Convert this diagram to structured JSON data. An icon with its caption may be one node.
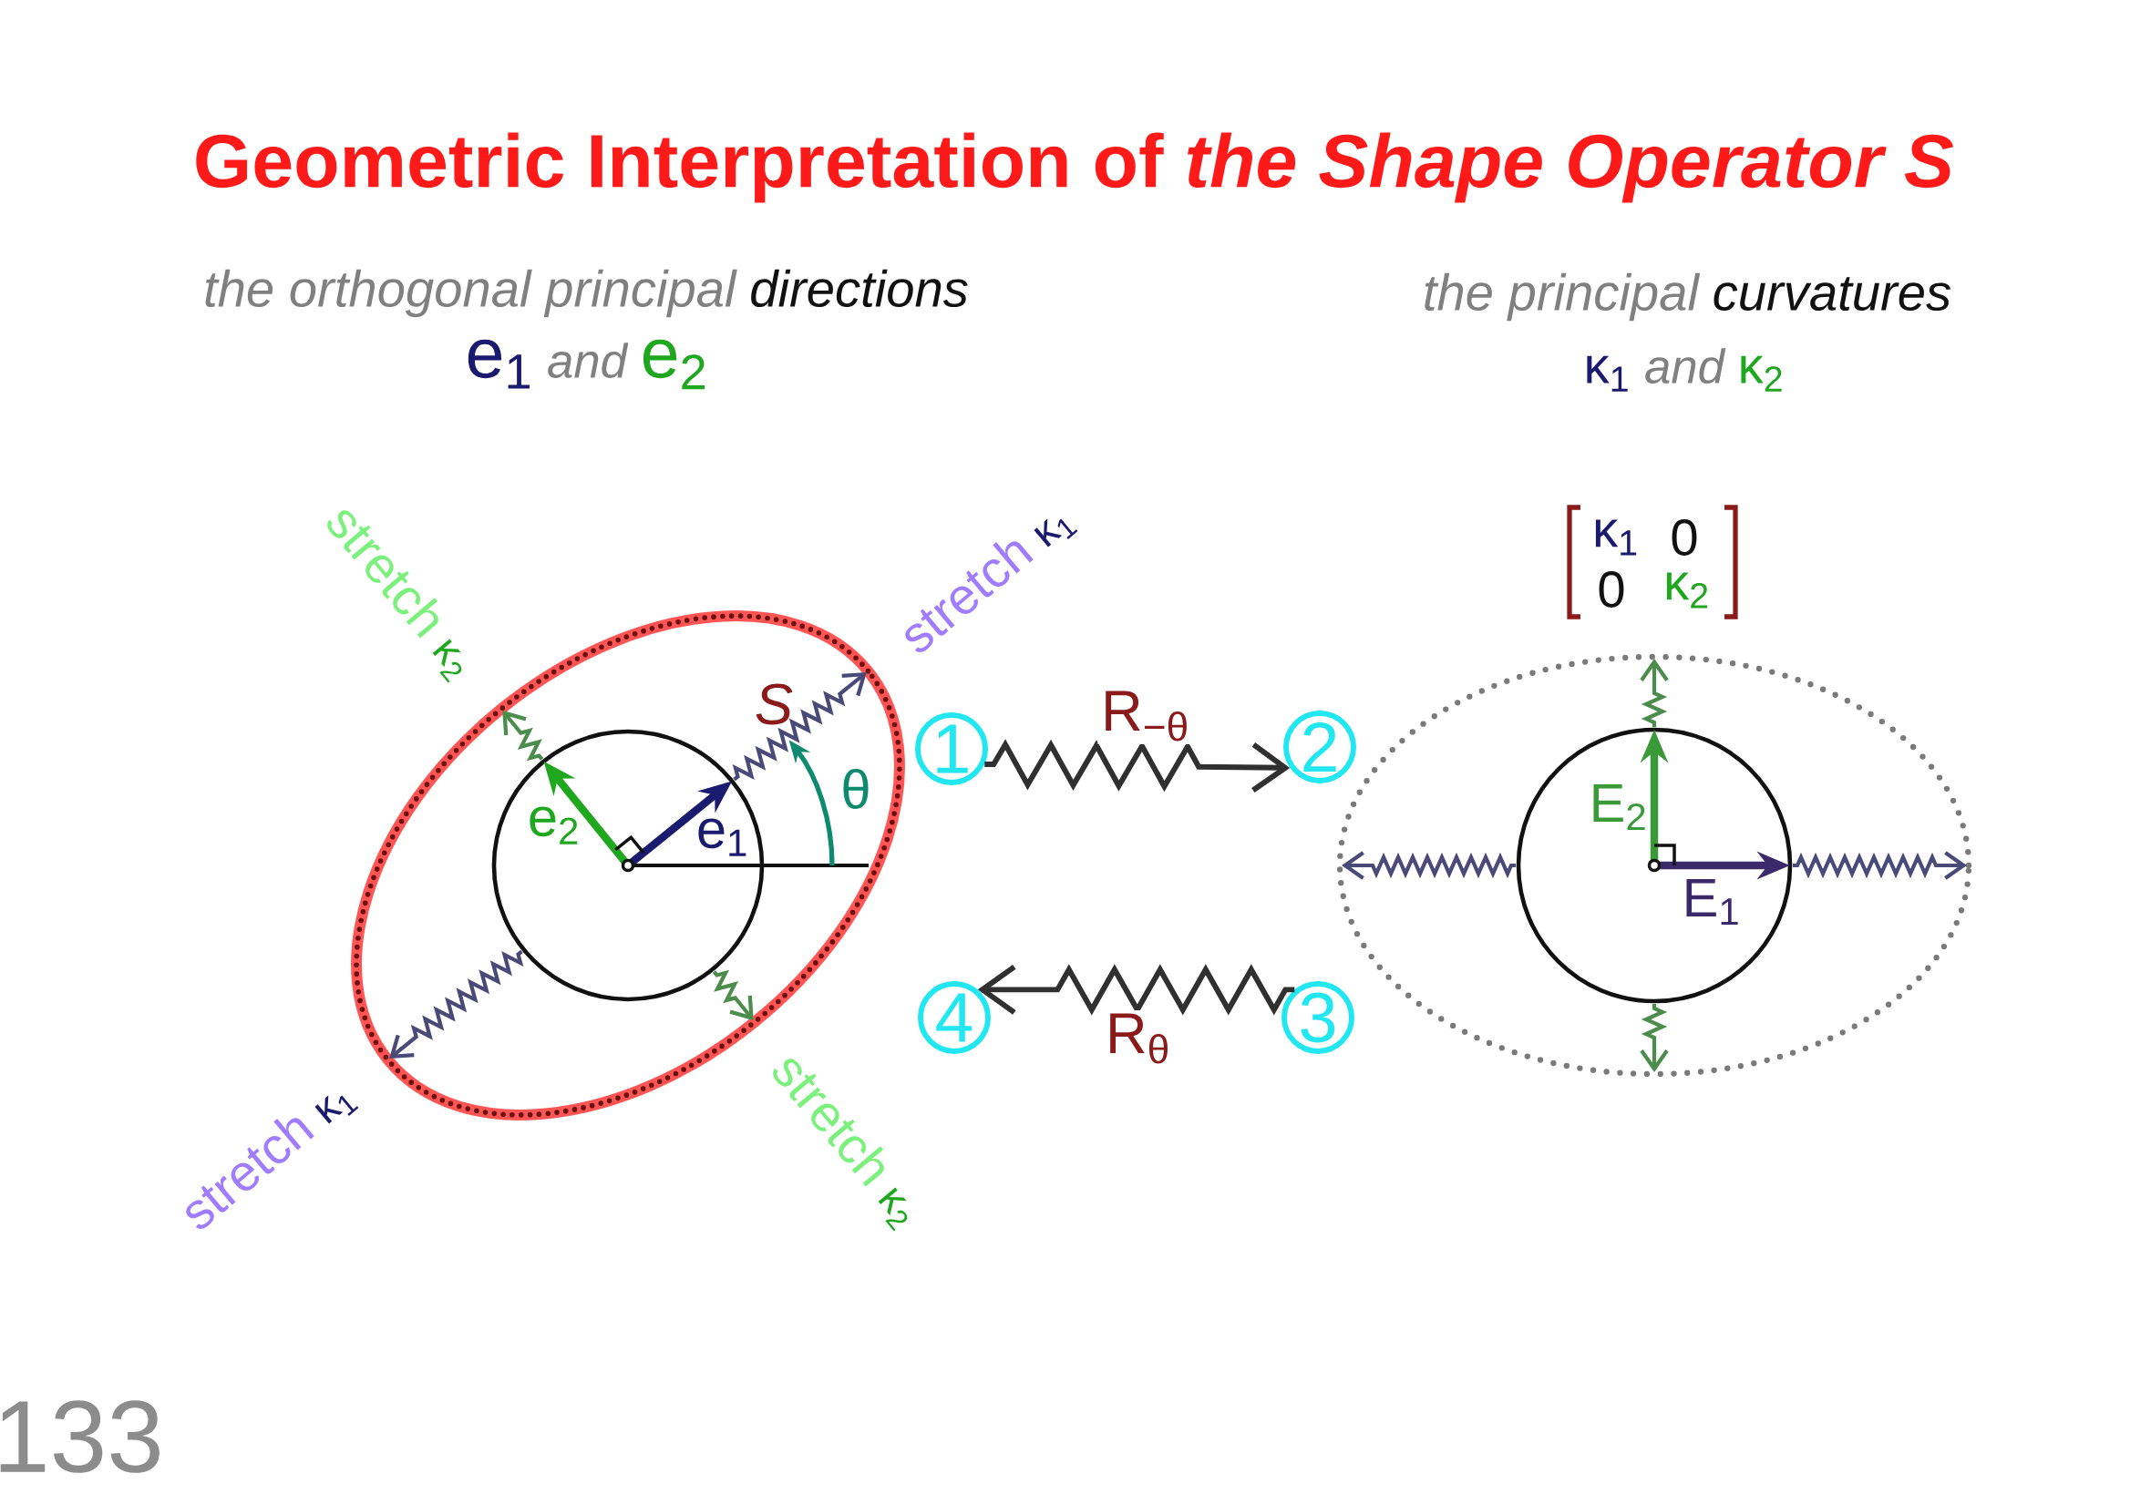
{
  "diagram": {
    "title": "Geometric Interpretation of *the Shape Operator S*",
    "nodes": [
      {
        "text": [
          "1"
        ]
      },
      {
        "text": [
          "2"
        ]
      },
      {
        "text": [
          "4"
        ]
      },
      {
        "text": [
          "3"
        ]
      }
    ],
    "edges": [
      {
        "from": 0,
        "to": 1,
        "arrow": "to",
        "label": "R$_{−θ}$"
      },
      {
        "from": 3,
        "to": 2,
        "arrow": "to",
        "label": "R$_{θ}$"
      }
    ],
    "labels": [
      "the orthogonal principal",
      "directions",
      "the principal",
      "curvatures",
      "e$_{1}$",
      "and",
      "e$_{2}$",
      "κ$_{1}$",
      "and",
      "κ$_{2}$",
      "stretch",
      "κ$_{2}$",
      "stretch",
      "κ$_{1}$",
      "κ$_{1}$",
      "0",
      "0",
      "κ$_{2}$",
      "S",
      "θ",
      "e$_{2}$",
      "e$_{1}$",
      "E$_{2}$",
      "E$_{1}$",
      "stretch",
      "κ$_{1}$",
      "stretch",
      "κ$_{2}$",
      "133"
    ]
  }
}
